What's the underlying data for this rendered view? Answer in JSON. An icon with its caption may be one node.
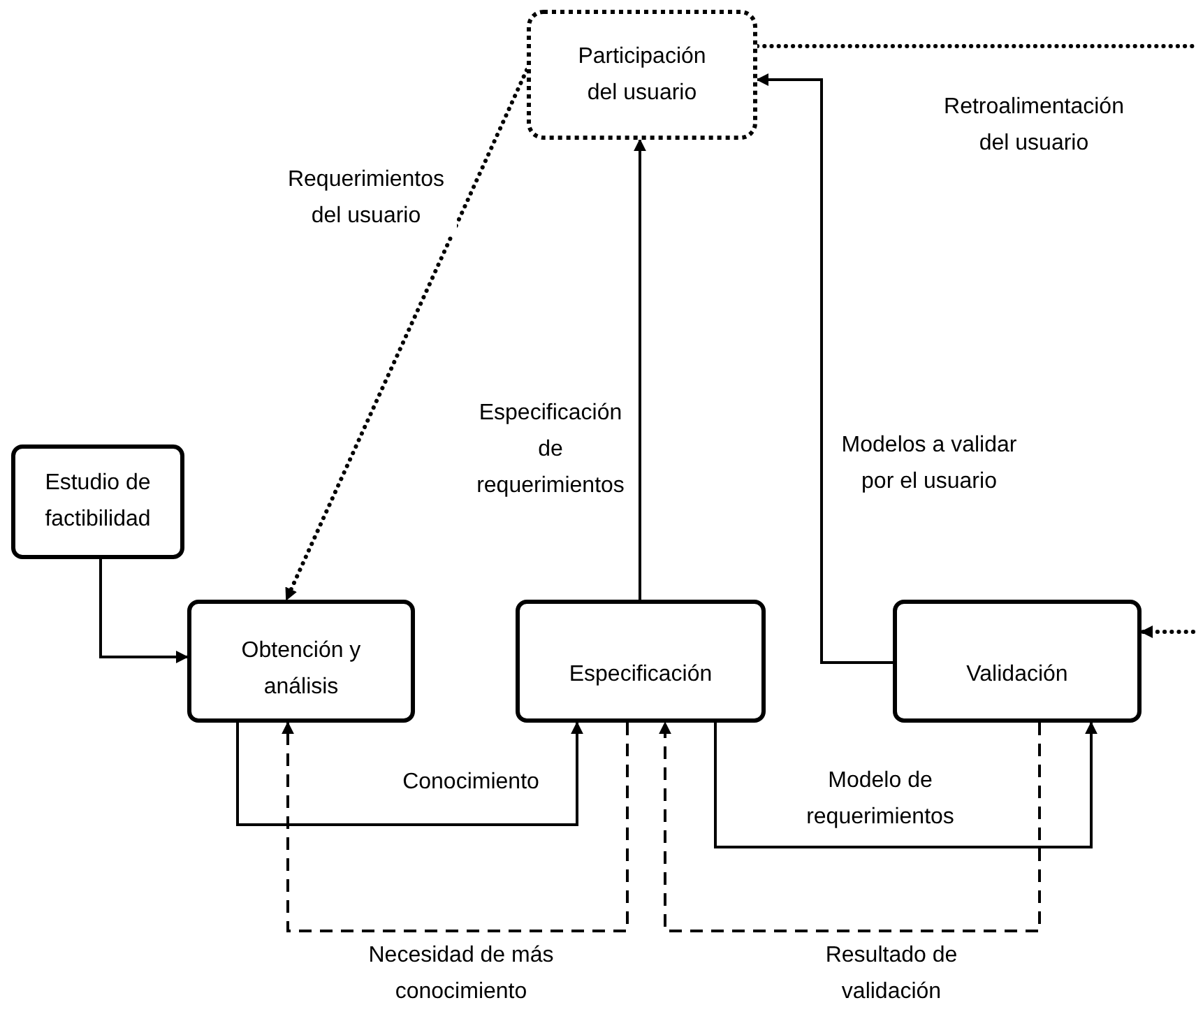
{
  "diagram": {
    "nodes": [
      {
        "text": [
          "Participación del usuario"
        ]
      },
      {
        "text": [
          "Estudio de factibilidad"
        ]
      },
      {
        "text": [
          "Obtención y análisis"
        ]
      },
      {
        "text": [
          "Especificación"
        ]
      },
      {
        "text": [
          "Validación"
        ]
      }
    ],
    "edges": [
      {
        "from": 0,
        "to": 2,
        "arrow": "to",
        "style": "dashed",
        "label": "Requerimientos del usuario"
      },
      {
        "from": 0,
        "to": null,
        "arrow": "none",
        "style": "dashed",
        "label": "Retroalimentación del usuario"
      },
      {
        "from": null,
        "to": 4,
        "arrow": "to",
        "style": "dashed"
      },
      {
        "from": 3,
        "to": 0,
        "arrow": "to",
        "label": "Especificación de requerimientos"
      },
      {
        "from": 4,
        "to": 0,
        "arrow": "to",
        "label": "Modelos a validar por el usuario"
      },
      {
        "from": 1,
        "to": 2,
        "arrow": "to"
      },
      {
        "from": 2,
        "to": 3,
        "arrow": "to",
        "label": "Conocimiento"
      },
      {
        "from": 3,
        "to": 4,
        "arrow": "to",
        "label": "Modelo de requerimientos"
      },
      {
        "from": 3,
        "to": 2,
        "arrow": "to",
        "style": "dashed",
        "label": "Necesidad de más conocimiento"
      },
      {
        "from": 4,
        "to": 3,
        "arrow": "to",
        "style": "dashed",
        "label": "Resultado de validación"
      }
    ]
  }
}
